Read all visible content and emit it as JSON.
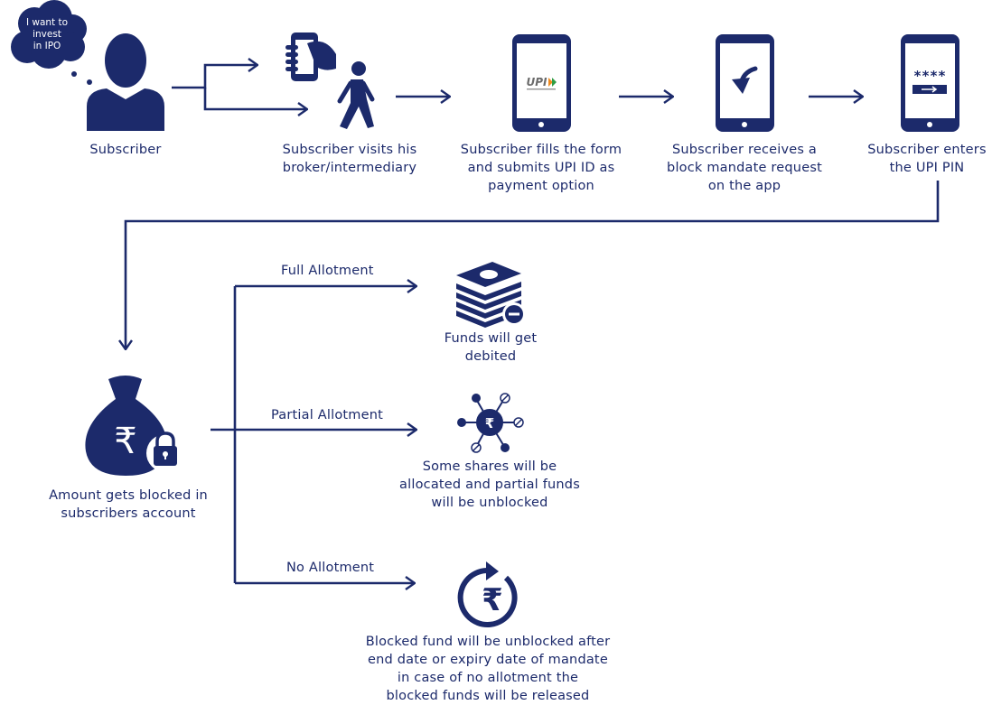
{
  "colors": {
    "primary": "#1c2a6b",
    "background": "#ffffff"
  },
  "thought_bubble": {
    "lines": [
      "I want to",
      "invest",
      "in IPO"
    ]
  },
  "steps": [
    {
      "icon": "subscriber-person-icon",
      "lines": [
        "Subscriber"
      ]
    },
    {
      "icon": "broker-visit-icon",
      "lines": [
        "Subscriber visits his",
        "broker/intermediary"
      ]
    },
    {
      "icon": "upi-phone-icon",
      "lines": [
        "Subscriber fills the form",
        "and submits UPI ID as",
        "payment option"
      ]
    },
    {
      "icon": "mandate-phone-icon",
      "lines": [
        "Subscriber receives a",
        "block mandate request",
        "on the app"
      ]
    },
    {
      "icon": "pin-phone-icon",
      "lines": [
        "Subscriber enters",
        "the UPI PIN"
      ]
    }
  ],
  "phone_upi_logo": "UPI",
  "phone_pin_mask": "****",
  "blocked": {
    "icon": "money-bag-lock-icon",
    "lines": [
      "Amount gets blocked in",
      "subscribers account"
    ]
  },
  "outcomes": [
    {
      "edge_label": "Full Allotment",
      "icon": "cash-stack-minus-icon",
      "lines": [
        "Funds will get",
        "debited"
      ]
    },
    {
      "edge_label": "Partial Allotment",
      "icon": "partial-allocation-icon",
      "lines": [
        "Some shares will be",
        "allocated and partial funds",
        "will be unblocked"
      ]
    },
    {
      "edge_label": "No Allotment",
      "icon": "rupee-refresh-icon",
      "lines": [
        "Blocked fund will be unblocked after",
        "end date or expiry date of mandate",
        "in case of no allotment the",
        "blocked funds will be released"
      ]
    }
  ]
}
